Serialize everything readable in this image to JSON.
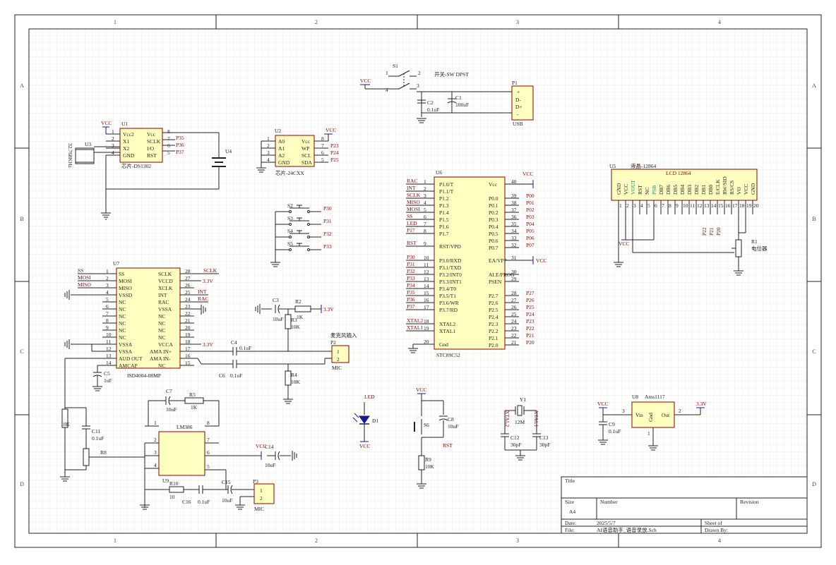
{
  "frame": {
    "cols": [
      "1",
      "2",
      "3",
      "4"
    ],
    "rows": [
      "A",
      "B",
      "C",
      "D"
    ]
  },
  "title_block": {
    "title_label": "Title",
    "size_label": "Size",
    "size_value": "A4",
    "number_label": "Number",
    "revision_label": "Revision",
    "date_label": "Date:",
    "date_value": "2025/5/7",
    "sheet_label": "Sheet    of",
    "file_label": "File:",
    "file_value": "AI语音助手_语音录放.Sch",
    "drawn_label": "Drawn By:"
  },
  "components": {
    "u1": {
      "ref": "U1",
      "desc": "芯片-DS1302",
      "pins_left": [
        "Vcc2",
        "X1",
        "X2",
        "GND"
      ],
      "nums_left": [
        "1",
        "2",
        "3",
        "4"
      ],
      "pins_right": [
        "Vcc",
        "SCLK",
        "I/O",
        "RST"
      ],
      "nums_right": [
        "8",
        "7",
        "6",
        "5"
      ],
      "nets": [
        "P35",
        "P36",
        "P37"
      ]
    },
    "u3": {
      "ref": "U3",
      "crystal": "32.768KHz"
    },
    "u4": {
      "ref": "U4"
    },
    "u2": {
      "ref": "U2",
      "desc": "芯片-24CXX",
      "pins_left": [
        "A0",
        "A1",
        "A2",
        "GND"
      ],
      "nums_left": [
        "1",
        "2",
        "3",
        "4"
      ],
      "pins_right": [
        "Vcc",
        "WP",
        "SCL",
        "SDA"
      ],
      "nums_right": [
        "8",
        "7",
        "6",
        "5"
      ],
      "nets": [
        "P23",
        "P24",
        "P25"
      ]
    },
    "s1": {
      "ref": "S1",
      "desc": "开关-SW DPST",
      "pins": [
        "1",
        "2",
        "3",
        "4"
      ]
    },
    "c1": {
      "ref": "C1",
      "value": "100uF"
    },
    "c2": {
      "ref": "C2",
      "value": "0.1uF"
    },
    "p1": {
      "ref": "P1",
      "desc": "USB",
      "pins": [
        "+",
        "D-",
        "D+",
        "-"
      ]
    },
    "buttons": {
      "refs": [
        "S1",
        "S2",
        "S3",
        "S4",
        "S5"
      ],
      "nets": [
        "P30",
        "P31",
        "P32",
        "P33"
      ]
    },
    "u6": {
      "ref": "U6",
      "desc": "STC89C52",
      "left_pins": [
        "P1.0/T",
        "P1.1/T",
        "P1.2",
        "P1.3",
        "P1.4",
        "P1.5",
        "P1.6",
        "P1.7",
        "RST/VPD",
        "P3.0/RXD",
        "P3.1/TXD",
        "P3.2/INT0",
        "P3.3/INT1",
        "P3.4/T0",
        "P3.5/T1",
        "P3.6/WR",
        "P3.7/RD",
        "XTAL2",
        "XTAL1",
        "Gnd"
      ],
      "left_nums": [
        "1",
        "2",
        "3",
        "4",
        "5",
        "6",
        "7",
        "8",
        "9",
        "10",
        "11",
        "12",
        "13",
        "14",
        "15",
        "16",
        "17",
        "18",
        "19",
        "20"
      ],
      "left_nets": [
        "RAC",
        "INT",
        "SCLK",
        "MISO",
        "MOSI",
        "SS",
        "LED",
        "P17",
        "RST",
        "P30",
        "P31",
        "P32",
        "P33",
        "P34",
        "P35",
        "P36",
        "P37",
        "XTAL2",
        "XTAL1",
        ""
      ],
      "right_pins": [
        "Vcc",
        "P0.0",
        "P0.1",
        "P0.2",
        "P0.3",
        "P0.4",
        "P0.5",
        "P0.6",
        "P0.7",
        "EA/VPP",
        "ALE/PROG",
        "PSEN",
        "P2.7",
        "P2.6",
        "P2.5",
        "P2.4",
        "P2.3",
        "P2.2",
        "P2.1",
        "P2.0"
      ],
      "right_nums": [
        "40",
        "39",
        "38",
        "37",
        "36",
        "35",
        "34",
        "33",
        "32",
        "31",
        "30",
        "29",
        "28",
        "27",
        "26",
        "25",
        "24",
        "23",
        "22",
        "21"
      ],
      "right_nets": [
        "VCC",
        "P00",
        "P01",
        "P02",
        "P03",
        "P04",
        "P05",
        "P06",
        "P07",
        "VCC",
        "",
        "",
        "P27",
        "P26",
        "P25",
        "P24",
        "P23",
        "P22",
        "P21",
        "P20"
      ]
    },
    "u5": {
      "ref": "U5",
      "desc": "液晶-12864",
      "lcd": "LCD 12864",
      "pins": [
        "GND",
        "VCC",
        "VOUT",
        "RST",
        "NC",
        "PSB",
        "DB7",
        "DB6",
        "DB5",
        "DB4",
        "DB3",
        "DB2",
        "DB1",
        "DB0",
        "E/CLK",
        "RW/SID",
        "RS/CS",
        "VO",
        "VCC",
        "GND"
      ],
      "nums": [
        "1",
        "2",
        "3",
        "4",
        "5",
        "6",
        "7",
        "8",
        "9",
        "10",
        "11",
        "12",
        "13",
        "14",
        "15",
        "16",
        "17",
        "18",
        "19",
        "20"
      ],
      "nets": [
        "P22",
        "P21",
        "P20"
      ]
    },
    "r1": {
      "ref": "R1",
      "desc": "电位器"
    },
    "u7": {
      "ref": "U7",
      "desc": "ISD4004-08MP",
      "left_pins": [
        "SS",
        "MOSI",
        "MISO",
        "VSSD",
        "NC",
        "NC",
        "NC",
        "NC",
        "NC",
        "NC",
        "VSSA",
        "VSSA",
        "AUD OUT",
        "AMCAP"
      ],
      "right_pins": [
        "SCLK",
        "VCCD",
        "XCLK",
        "INT",
        "RAC",
        "VSSA",
        "NC",
        "NC",
        "NC",
        "NC",
        "VCCA",
        "AMA IN+",
        "AMA IN-",
        "NC"
      ],
      "left_nums": [
        "1",
        "2",
        "3",
        "4",
        "5",
        "6",
        "7",
        "8",
        "9",
        "10",
        "11",
        "12",
        "13",
        "14"
      ],
      "right_nums": [
        "28",
        "27",
        "26",
        "25",
        "24",
        "23",
        "22",
        "21",
        "20",
        "19",
        "18",
        "17",
        "16",
        "15"
      ],
      "nets_left": [
        "SS",
        "MOSI",
        "MISO"
      ],
      "nets_right": [
        "SCLK",
        "3.3V",
        "INT",
        "RAC",
        "3.3V"
      ]
    },
    "c3": {
      "ref": "C3",
      "value": "10uF"
    },
    "r2": {
      "ref": "R2",
      "value": "1K"
    },
    "r3": {
      "ref": "R3",
      "value": "10K"
    },
    "c4": {
      "ref": "C4",
      "value": "0.1uF"
    },
    "c6": {
      "ref": "C6",
      "value": "0.1uF"
    },
    "r4": {
      "ref": "R4",
      "value": "10K"
    },
    "p2": {
      "ref": "P2",
      "desc": "麦克风输入",
      "type": "MIC",
      "pins": [
        "1",
        "2"
      ]
    },
    "c5": {
      "ref": "C5",
      "value": "1uF"
    },
    "r_10k": {
      "value": "10K"
    },
    "c11": {
      "ref": "C11",
      "value": "0.1uF"
    },
    "r8": {
      "ref": "R8"
    },
    "u9": {
      "ref": "U9",
      "desc": "LM386",
      "pins_left": [
        "1",
        "2",
        "3",
        "4"
      ],
      "pins_right": [
        "8",
        "7",
        "6",
        "5"
      ]
    },
    "c7": {
      "ref": "C7",
      "value": "10uF"
    },
    "r5": {
      "ref": "R5",
      "value": "1K"
    },
    "c14": {
      "ref": "C14",
      "value": "10uF"
    },
    "r10": {
      "ref": "R10",
      "value": "10"
    },
    "c16": {
      "ref": "C16",
      "value": "0.1uF"
    },
    "c15": {
      "ref": "C15",
      "value": "10uF"
    },
    "p3": {
      "ref": "P3",
      "type": "MIC",
      "pins": [
        "1",
        "2"
      ]
    },
    "d1": {
      "ref": "D1",
      "desc": "LED"
    },
    "s6": {
      "ref": "S6",
      "net": "RST"
    },
    "c8": {
      "ref": "C8",
      "value": "10uF"
    },
    "r9": {
      "ref": "R9",
      "value": "10K"
    },
    "y1": {
      "ref": "Y1",
      "value": "12M",
      "nets": [
        "XTAL2",
        "XTAL1"
      ]
    },
    "c12": {
      "ref": "C12",
      "value": "30pF"
    },
    "c13": {
      "ref": "C13",
      "value": "30pF"
    },
    "u8": {
      "ref": "U8",
      "desc": "Ams1117",
      "pins": [
        "Vin",
        "Gnd",
        "Out"
      ],
      "nums": [
        "3",
        "1",
        "2"
      ],
      "net_out": "3.3V"
    },
    "c9": {
      "ref": "C9",
      "value": "0.1uF"
    }
  },
  "power": {
    "vcc": "VCC",
    "v33": "3.3V"
  }
}
